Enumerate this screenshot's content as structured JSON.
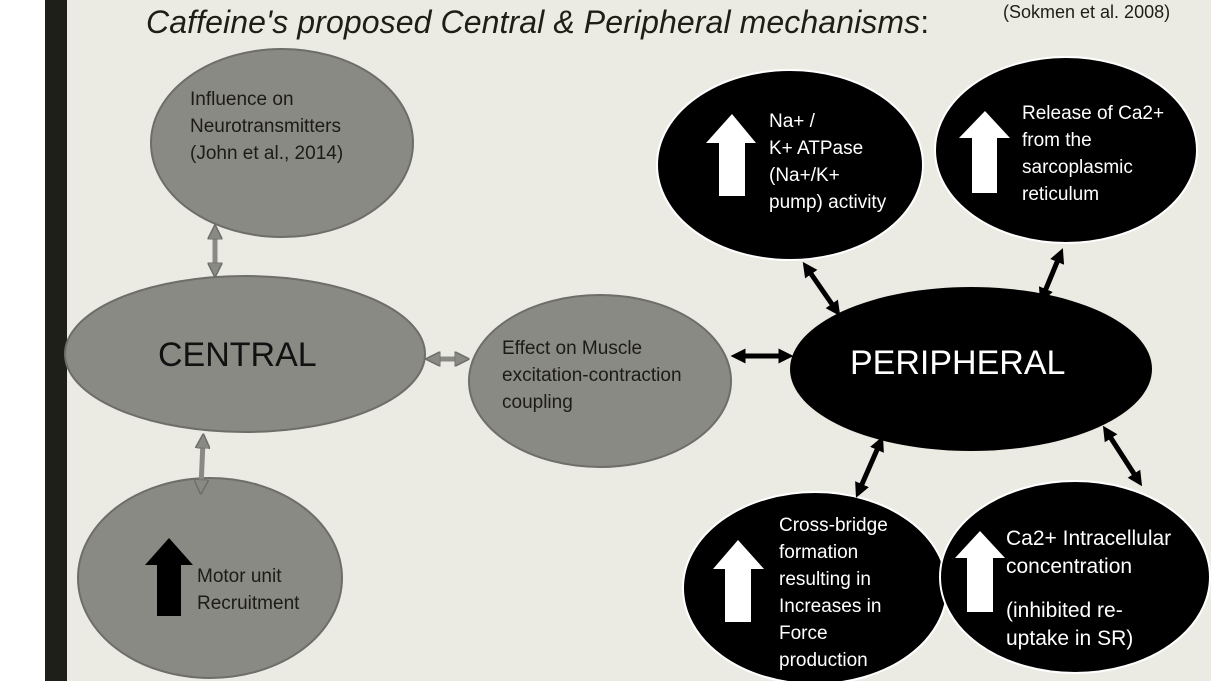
{
  "title": "Caffeine's proposed Central & Peripheral mechanisms",
  "title_suffix": ":",
  "citation": "(Sokmen et al. 2008)",
  "colors": {
    "background": "#ecebe3",
    "left_stripe": "#1f1f1a",
    "gray_node": "#8a8a84",
    "black_node": "#000000",
    "arrow_gray": "#8a8a84",
    "arrow_black": "#000000",
    "up_arrow_white": "#ffffff",
    "up_arrow_black": "#000000"
  },
  "nodes": {
    "neurotransmitters": {
      "line1": "Influence on",
      "line2": "Neurotransmitters",
      "line3": "(John et al., 2014)"
    },
    "central": {
      "label": "CENTRAL"
    },
    "motor_unit": {
      "line1": "Motor unit",
      "line2": "Recruitment",
      "icon": "up-arrow-icon"
    },
    "muscle_coupling": {
      "line1": "Effect on Muscle",
      "line2": "excitation-contraction",
      "line3": "coupling"
    },
    "peripheral": {
      "label": "PERIPHERAL"
    },
    "na_k_atpase": {
      "line1": "Na+ /",
      "line2": "K+ ATPase",
      "line3": "(Na+/K+",
      "line4": "pump) activity",
      "icon": "up-arrow-icon"
    },
    "ca_release": {
      "line1": "Release of Ca2+",
      "line2": "from the",
      "line3": "sarcoplasmic",
      "line4": "reticulum",
      "icon": "up-arrow-icon"
    },
    "cross_bridge": {
      "line1": "Cross-bridge",
      "line2": "formation",
      "line3": "resulting in",
      "line4": "Increases in",
      "line5": "Force",
      "line6": "production",
      "icon": "up-arrow-icon"
    },
    "ca_intracellular": {
      "line1": "Ca2+ Intracellular",
      "line2": "concentration",
      "line3": "(inhibited re-",
      "line4": "uptake in SR)",
      "icon": "up-arrow-icon"
    }
  }
}
